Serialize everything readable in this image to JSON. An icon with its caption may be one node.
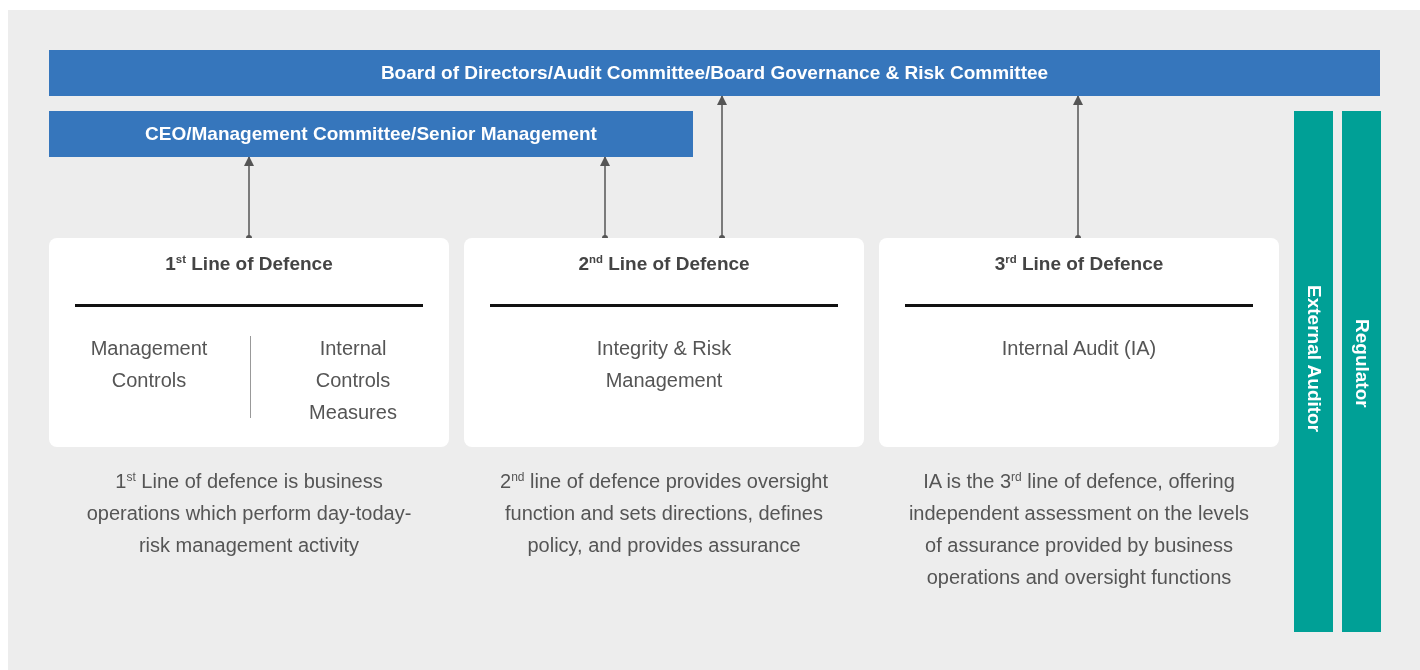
{
  "diagram": {
    "nodes": [
      {
        "text": [
          "Board of Directors/Audit Committee/Board Governance & Risk Committee"
        ]
      },
      {
        "text": [
          "CEO/Management Committee/Senior Management"
        ]
      },
      {
        "text": [
          "1$^{st}$ Line of Defence",
          "Management Controls",
          "Internal Controls Measures"
        ],
        "beside": [
          "1$^{st}$ Line of defence is business operations which perform day-today- risk management activity"
        ]
      },
      {
        "text": [
          "2$^{nd}$ Line of Defence",
          "Integrity & Risk Management"
        ],
        "beside": [
          "2$^{nd}$ line of defence provides oversight function and sets directions, defines policy, and provides assurance"
        ]
      },
      {
        "text": [
          "3$^{rd}$ Line of Defence",
          "Internal Audit (IA)"
        ],
        "beside": [
          "IA is the 3$^{rd}$ line of defence, offering independent assessment on the levels of assurance provided by business operations and oversight functions"
        ]
      },
      {
        "text": [
          "External Auditor"
        ]
      },
      {
        "text": [
          "Regulator"
        ]
      }
    ],
    "edges": [
      {
        "from": 2,
        "to": 1,
        "arrow": "to"
      },
      {
        "from": 3,
        "to": 1,
        "arrow": "to"
      },
      {
        "from": 3,
        "to": 0,
        "arrow": "to"
      },
      {
        "from": 4,
        "to": 0,
        "arrow": "to"
      }
    ]
  }
}
